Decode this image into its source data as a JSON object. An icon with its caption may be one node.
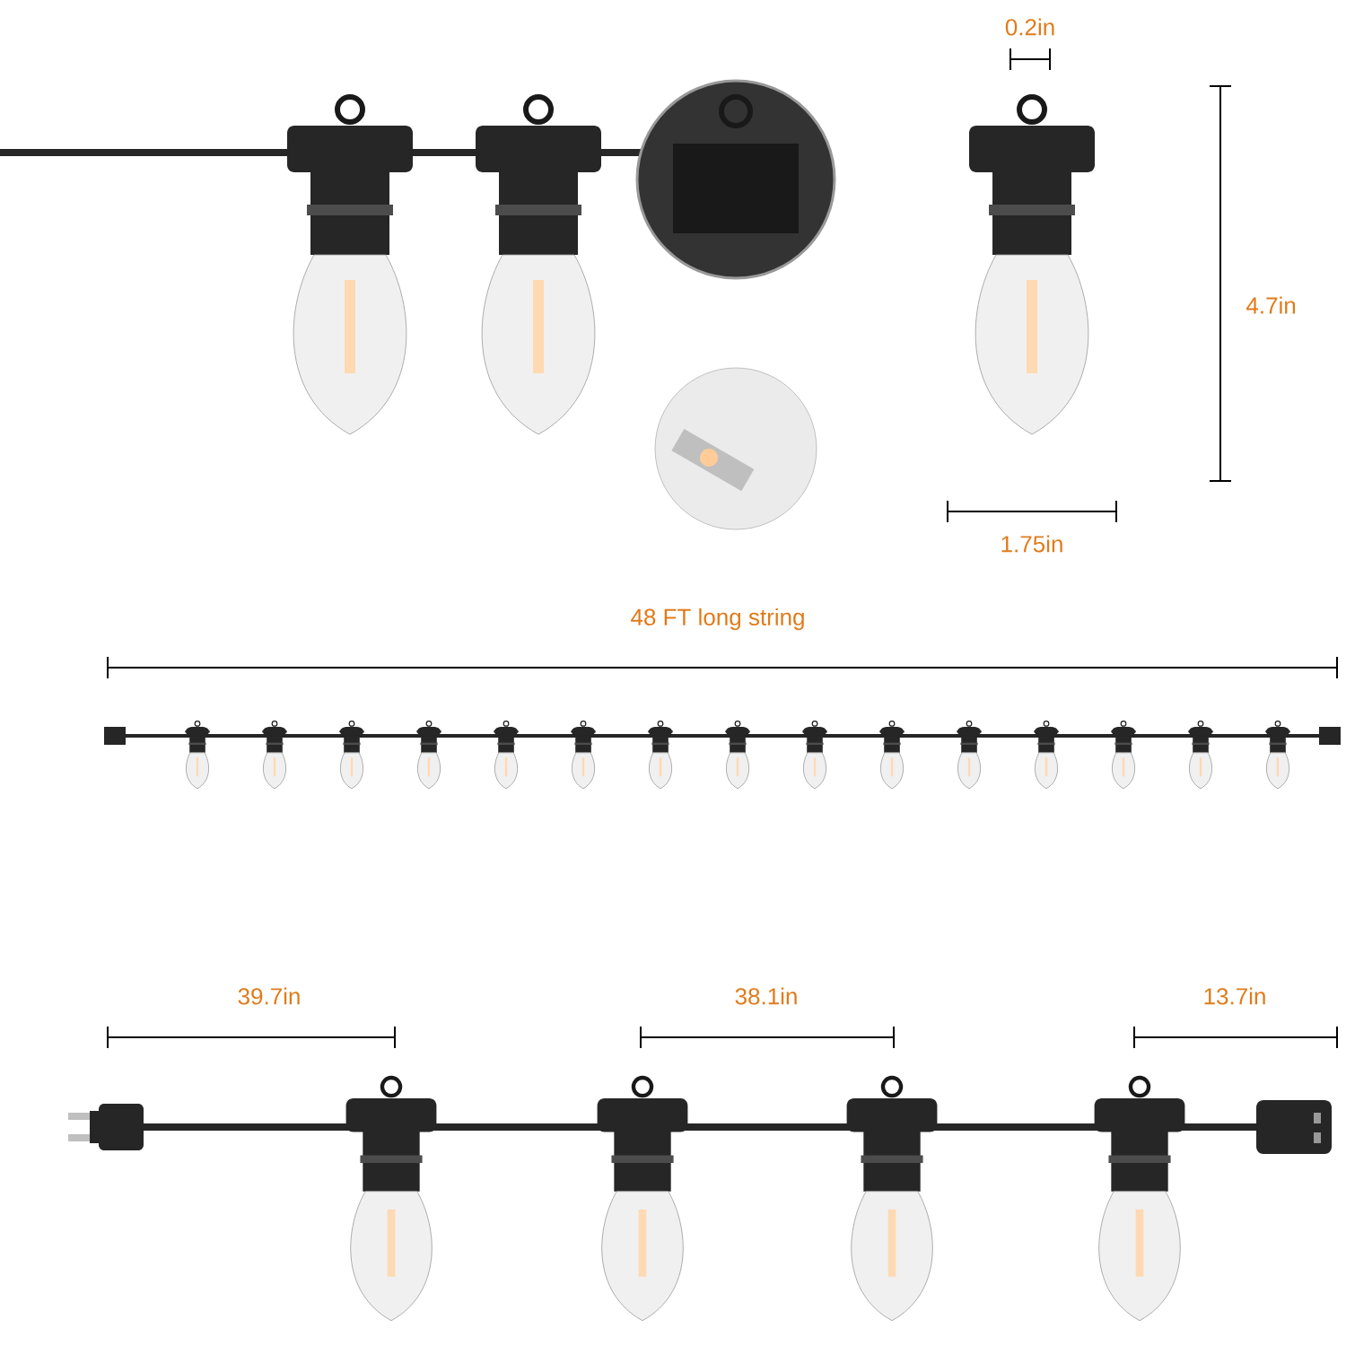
{
  "diagram": {
    "labels": [
      "0.2in",
      "4.7in",
      "1.75in",
      "48 FT long string",
      "39.7in",
      "38.1in",
      "13.7in"
    ]
  }
}
